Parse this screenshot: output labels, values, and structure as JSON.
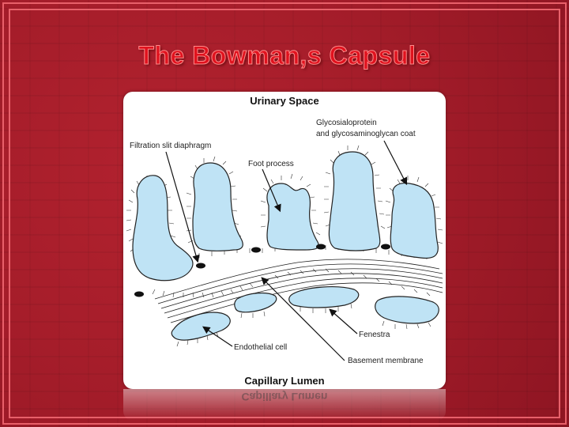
{
  "slide": {
    "title": "The Bowman,s Capsule"
  },
  "figure": {
    "top_label": "Urinary Space",
    "bottom_label": "Capillary Lumen",
    "labels": {
      "coat_line1": "Glycosialoprotein",
      "coat_line2": "and glycosaminoglycan coat",
      "slit": "Filtration slit diaphragm",
      "foot": "Foot process",
      "endothelial": "Endothelial cell",
      "fenestra": "Fenestra",
      "basement": "Basement membrane"
    },
    "reflection_label": "Capillary Lumen"
  },
  "colors": {
    "background": "#a51d2a",
    "title": "#e0121e",
    "cell_fill": "#bfe3f5",
    "frame": "#e8606a"
  }
}
